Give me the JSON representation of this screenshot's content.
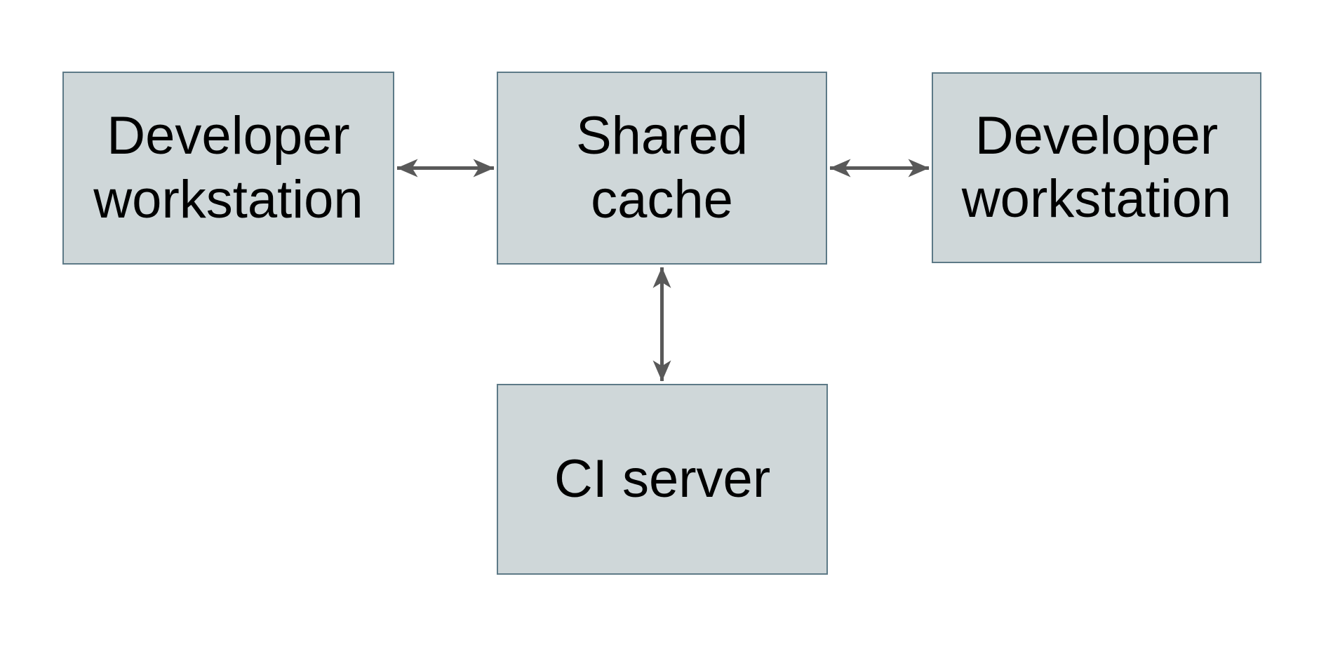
{
  "diagram": {
    "nodes": [
      {
        "id": "developer-workstation-left",
        "label": "Developer\nworkstation"
      },
      {
        "id": "shared-cache",
        "label": "Shared\ncache"
      },
      {
        "id": "developer-workstation-right",
        "label": "Developer\nworkstation"
      },
      {
        "id": "ci-server",
        "label": "CI server"
      }
    ],
    "edges": [
      {
        "from": "developer-workstation-left",
        "to": "shared-cache",
        "direction": "bidirectional"
      },
      {
        "from": "developer-workstation-right",
        "to": "shared-cache",
        "direction": "bidirectional"
      },
      {
        "from": "ci-server",
        "to": "shared-cache",
        "direction": "bidirectional"
      }
    ],
    "colors": {
      "box_fill": "#cfd7d9",
      "box_border": "#5d7a87",
      "arrow": "#595959",
      "text": "#000000",
      "background": "#ffffff"
    }
  }
}
